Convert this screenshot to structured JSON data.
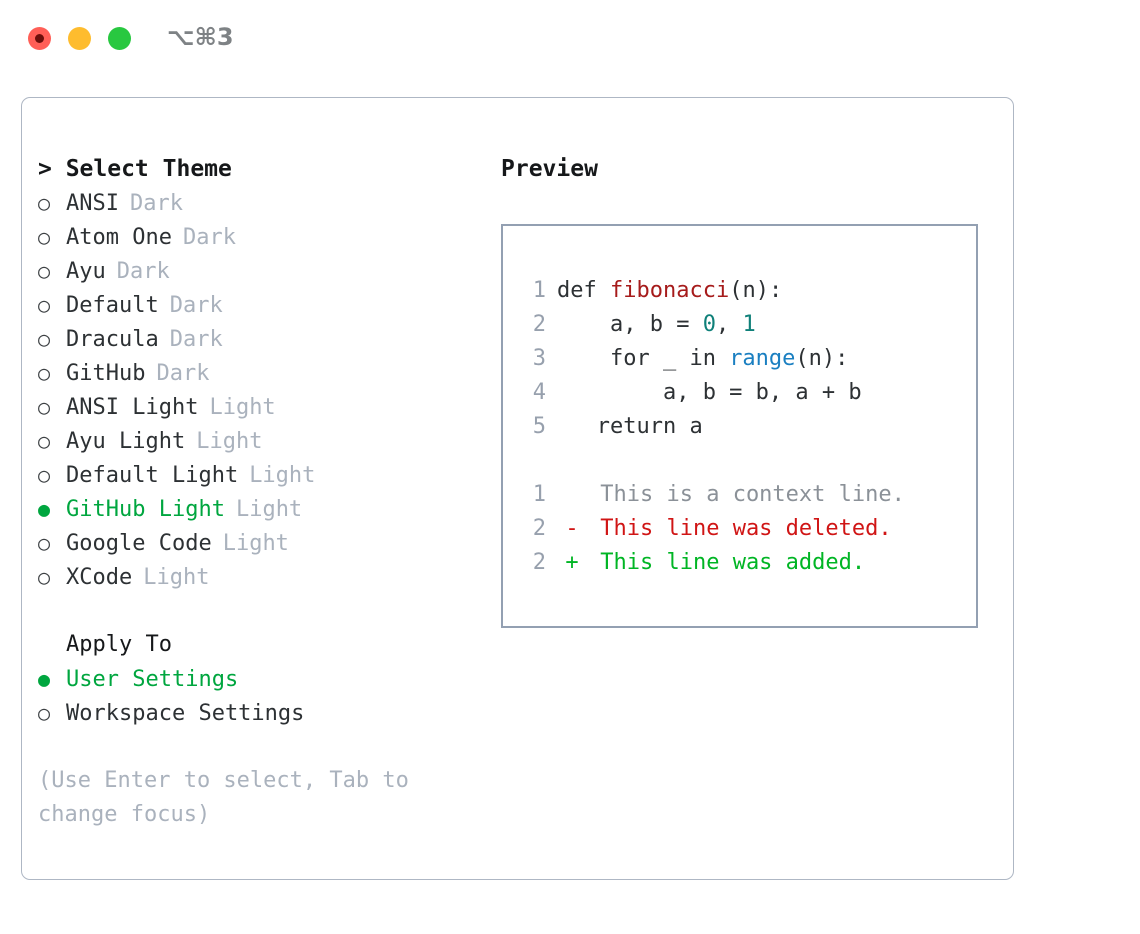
{
  "window": {
    "shortcut_label": "⌥⌘3",
    "traffic_lights": [
      "close",
      "minimize",
      "maximize"
    ]
  },
  "theme_panel": {
    "header": "> Select Theme",
    "radio_unselected_glyph": "○",
    "radio_selected_glyph": "●",
    "items": [
      {
        "name": "ANSI",
        "tag": "Dark",
        "selected": false
      },
      {
        "name": "Atom One",
        "tag": "Dark",
        "selected": false
      },
      {
        "name": "Ayu",
        "tag": "Dark",
        "selected": false
      },
      {
        "name": "Default",
        "tag": "Dark",
        "selected": false
      },
      {
        "name": "Dracula",
        "tag": "Dark",
        "selected": false
      },
      {
        "name": "GitHub",
        "tag": "Dark",
        "selected": false
      },
      {
        "name": "ANSI Light",
        "tag": "Light",
        "selected": false
      },
      {
        "name": "Ayu Light",
        "tag": "Light",
        "selected": false
      },
      {
        "name": "Default Light",
        "tag": "Light",
        "selected": false
      },
      {
        "name": "GitHub Light",
        "tag": "Light",
        "selected": true
      },
      {
        "name": "Google Code",
        "tag": "Light",
        "selected": false
      },
      {
        "name": "XCode",
        "tag": "Light",
        "selected": false
      }
    ]
  },
  "apply_to": {
    "header": "Apply To",
    "options": [
      {
        "label": "User Settings",
        "selected": true
      },
      {
        "label": "Workspace Settings",
        "selected": false
      }
    ]
  },
  "hint": "(Use Enter to select, Tab to change focus)",
  "preview": {
    "header": "Preview",
    "code_lines": [
      {
        "no": "1",
        "tokens": [
          {
            "t": "def ",
            "c": "tok-def"
          },
          {
            "t": "fibonacci",
            "c": "tok-fn"
          },
          {
            "t": "(n):",
            "c": "tok-punc"
          }
        ]
      },
      {
        "no": "2",
        "tokens": [
          {
            "t": "    a, b = ",
            "c": "code-text"
          },
          {
            "t": "0",
            "c": "tok-num"
          },
          {
            "t": ", ",
            "c": "tok-punc"
          },
          {
            "t": "1",
            "c": "tok-num"
          }
        ]
      },
      {
        "no": "3",
        "tokens": [
          {
            "t": "    for _ in ",
            "c": "code-text"
          },
          {
            "t": "range",
            "c": "tok-builtin"
          },
          {
            "t": "(n):",
            "c": "tok-punc"
          }
        ]
      },
      {
        "no": "4",
        "tokens": [
          {
            "t": "        a, b = b, a + b",
            "c": "code-text"
          }
        ]
      },
      {
        "no": "5",
        "tokens": [
          {
            "t": "   return a",
            "c": "code-text"
          }
        ]
      }
    ],
    "diff_lines": [
      {
        "no": "1",
        "marker": " ",
        "text": " This is a context line.",
        "kind": "diff-ctx"
      },
      {
        "no": "2",
        "marker": "-",
        "text": " This line was deleted.",
        "kind": "diff-del"
      },
      {
        "no": "2",
        "marker": "+",
        "text": " This line was added.",
        "kind": "diff-add"
      }
    ]
  },
  "colors": {
    "accent_green": "#00a63f",
    "diff_add": "#00b524",
    "diff_del": "#d01515",
    "diff_ctx": "#8b9198",
    "tag_gray": "#aab2bd",
    "panel_border": "#aeb7c4",
    "preview_border": "#93a0b2",
    "syntax_function": "#a61b1b",
    "syntax_number": "#0f8079",
    "syntax_builtin": "#1a7fc1"
  }
}
